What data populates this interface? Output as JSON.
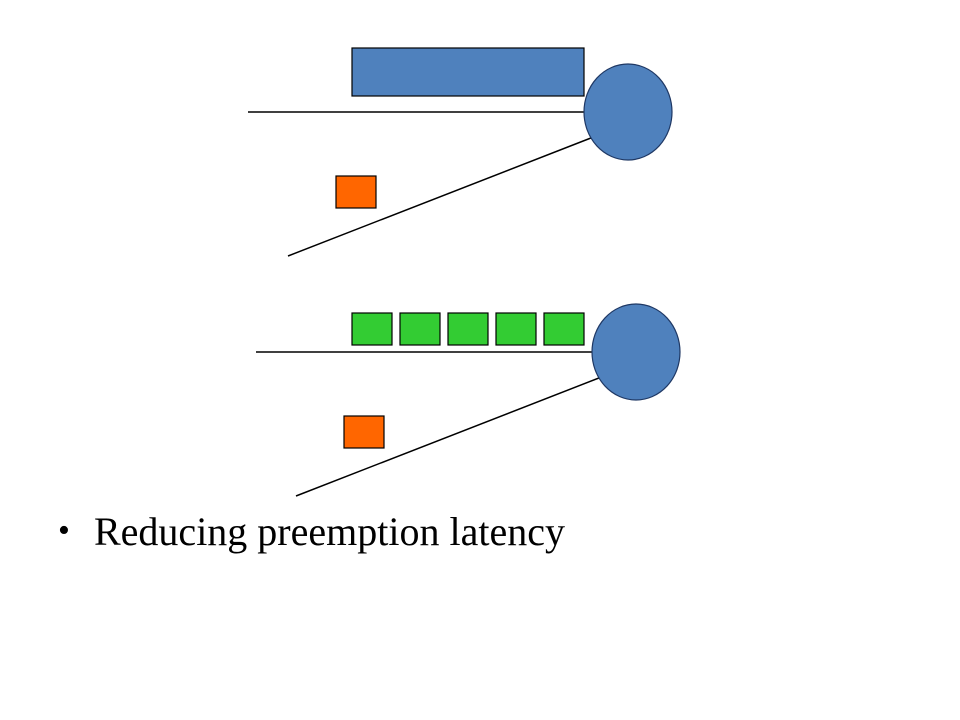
{
  "slide": {
    "bullet_symbol": "•",
    "bullet_text": "Reducing preemption latency"
  },
  "colors": {
    "server": "#4f81bd",
    "server_outline": "#1f3864",
    "long_job": "#4f81bd",
    "short_job": "#ff6600",
    "small_job": "#33cc33",
    "job_outline": "#000000",
    "line": "#000000"
  },
  "queues": [
    {
      "name": "top-queue",
      "waiting_jobs": [
        "long-job"
      ],
      "arriving_job": "short-job"
    },
    {
      "name": "bottom-queue",
      "waiting_jobs": [
        "small-job",
        "small-job",
        "small-job",
        "small-job",
        "small-job"
      ],
      "arriving_job": "short-job"
    }
  ]
}
